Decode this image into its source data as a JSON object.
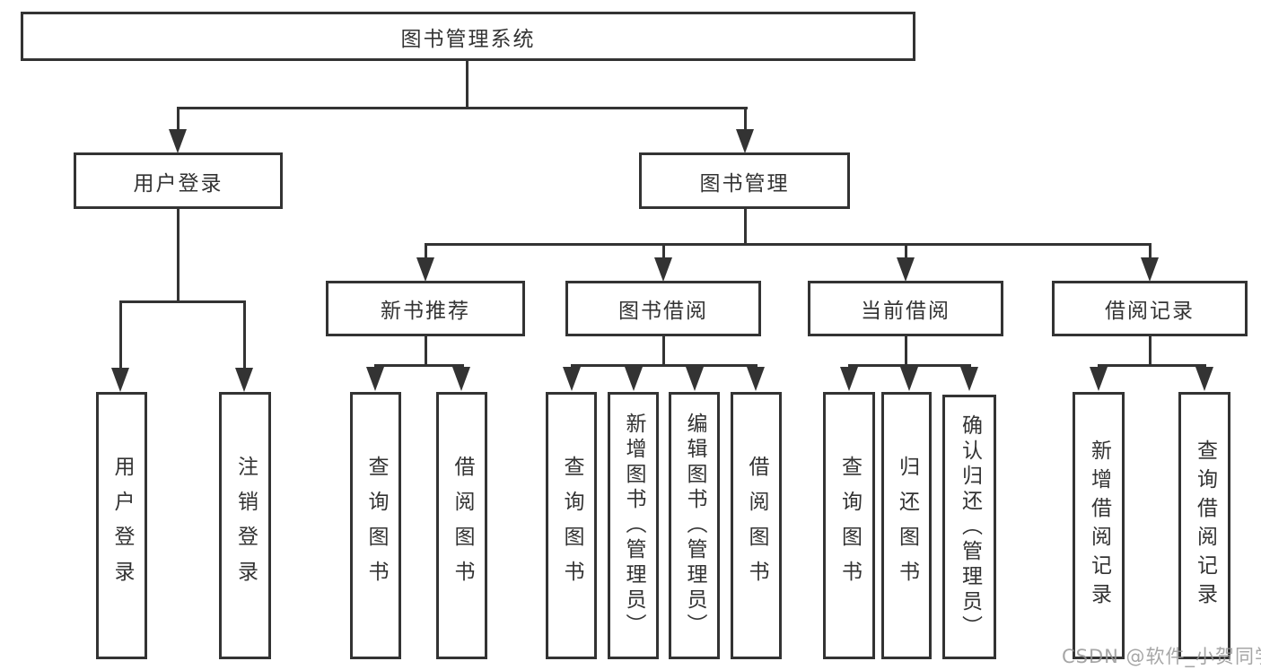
{
  "diagram": {
    "root": {
      "label": "图书管理系统"
    },
    "branches": [
      {
        "label": "用户登录",
        "children": [
          {
            "label": "用户登录"
          },
          {
            "label": "注销登录"
          }
        ]
      },
      {
        "label": "图书管理",
        "children": [
          {
            "label": "新书推荐",
            "children": [
              {
                "label": "查询图书"
              },
              {
                "label": "借阅图书"
              }
            ]
          },
          {
            "label": "图书借阅",
            "children": [
              {
                "label": "查询图书"
              },
              {
                "label": "新增图书（管理员）"
              },
              {
                "label": "编辑图书（管理员）"
              },
              {
                "label": "借阅图书"
              }
            ]
          },
          {
            "label": "当前借阅",
            "children": [
              {
                "label": "查询图书"
              },
              {
                "label": "归还图书"
              },
              {
                "label": "确认归还（管理员）"
              }
            ]
          },
          {
            "label": "借阅记录",
            "children": [
              {
                "label": "新增借阅记录"
              },
              {
                "label": "查询借阅记录"
              }
            ]
          }
        ]
      }
    ],
    "watermark": "CSDN @软件_小贺同学",
    "colors": {
      "stroke": "#333333",
      "text": "#333333",
      "background": "#ffffff",
      "watermark": "#969696"
    }
  }
}
